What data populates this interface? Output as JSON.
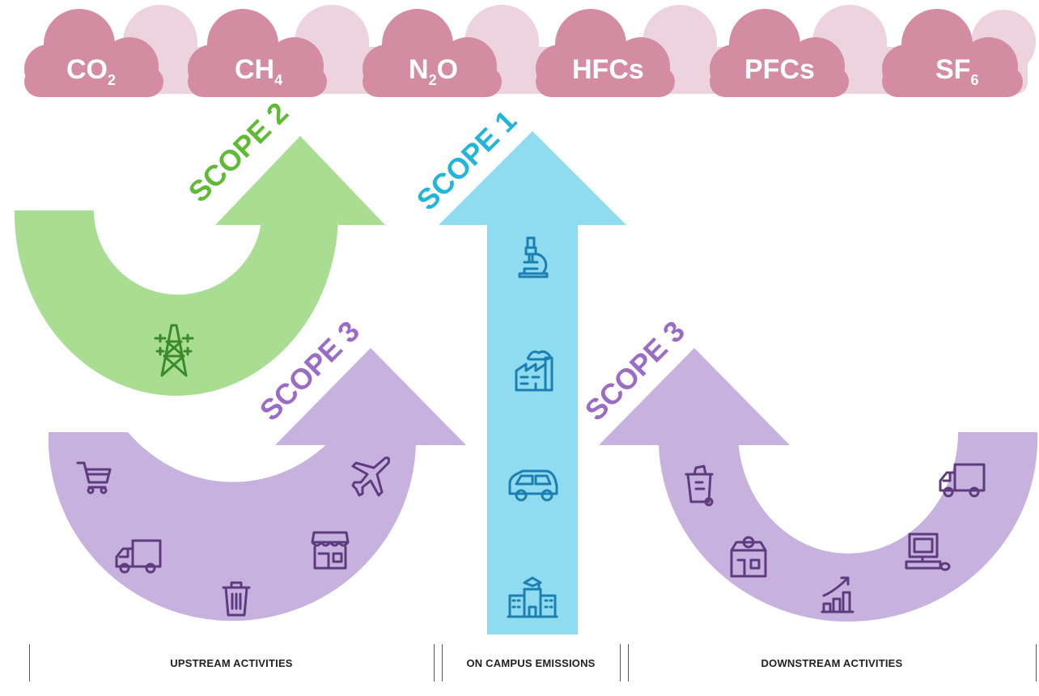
{
  "gases": [
    {
      "main": "CO",
      "sub": "2"
    },
    {
      "main": "CH",
      "sub": "4"
    },
    {
      "main": "N",
      "sub": "2",
      "tail": "O"
    },
    {
      "main": "HFCs",
      "sub": ""
    },
    {
      "main": "PFCs",
      "sub": ""
    },
    {
      "main": "SF",
      "sub": "6"
    }
  ],
  "scopes": {
    "scope2": "SCOPE 2",
    "scope1": "SCOPE 1",
    "scope3_upstream": "SCOPE 3",
    "scope3_downstream": "SCOPE 3"
  },
  "sections": {
    "upstream": "UPSTREAM ACTIVITIES",
    "campus": "ON CAMPUS EMISSIONS",
    "downstream": "DOWNSTREAM ACTIVITIES"
  },
  "colors": {
    "cloud": "#d38ca1",
    "cloud_back": "#ecd3dd",
    "scope1": "#8fdbf0",
    "scope1_text": "#21b5d8",
    "scope2": "#a9de92",
    "scope2_text": "#5fbb35",
    "scope3": "#c7b1de",
    "scope3_text": "#9b6cc5",
    "icon_purple": "#5e3a7f",
    "icon_blue": "#1c7fb0",
    "icon_green": "#3a8a2a"
  },
  "icons": {
    "scope2": [
      "power-pylon-icon"
    ],
    "scope1": [
      "microscope-icon",
      "factory-icon",
      "car-icon",
      "campus-building-icon"
    ],
    "scope3_upstream": [
      "shopping-cart-icon",
      "delivery-truck-icon",
      "trash-can-icon",
      "storefront-icon",
      "airplane-icon"
    ],
    "scope3_downstream": [
      "recycling-bin-icon",
      "shop-icon",
      "growth-chart-icon",
      "computer-icon",
      "delivery-truck-icon"
    ]
  }
}
